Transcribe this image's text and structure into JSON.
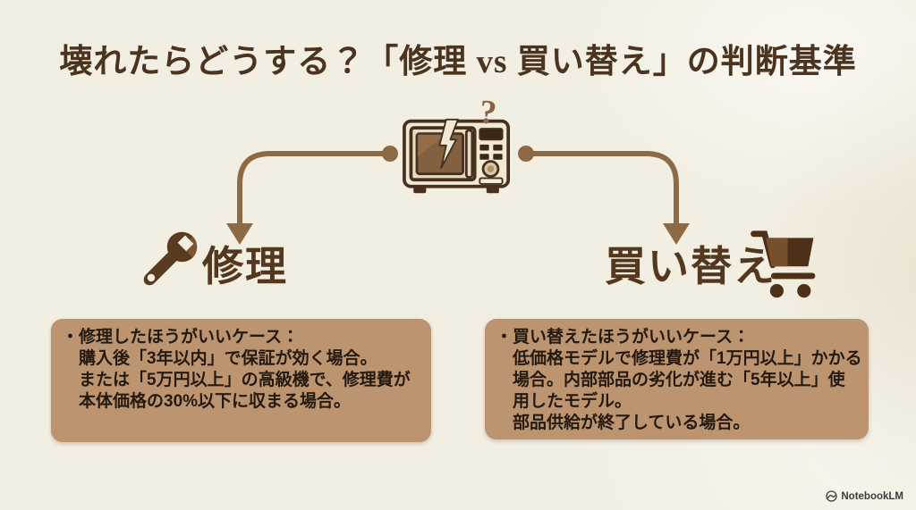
{
  "title": "壊れたらどうする？「修理 vs 買い替え」の判断基準",
  "center": {
    "icon": "broken-microwave",
    "question_mark": "?"
  },
  "branches": {
    "left": {
      "label": "修理",
      "icon": "wrench"
    },
    "right": {
      "label": "買い替え",
      "icon": "shopping-cart"
    }
  },
  "boxes": {
    "left": {
      "bullet": "・",
      "heading": "修理したほうがいいケース：",
      "lines": [
        "購入後「3年以内」で保証が効く場合。",
        "または「5万円以上」の高級機で、修理費が",
        "本体価格の30%以下に収まる場合。"
      ]
    },
    "right": {
      "bullet": "・",
      "heading": "買い替えたほうがいいケース：",
      "lines": [
        "低価格モデルで修理費が「1万円以上」かかる",
        "場合。内部部品の劣化が進む「5年以上」使",
        "用したモデル。",
        "部品供給が終了している場合。"
      ]
    }
  },
  "footer": {
    "brand": "NotebookLM"
  },
  "colors": {
    "background": "#f2eee1",
    "title_brown": "#4a3420",
    "accent_brown": "#8d6a46",
    "label_brown": "#53381f",
    "box_background": "#bd9470",
    "box_text": "#241a10",
    "icon_dark": "#46311f",
    "microwave_body": "#f1e9d6",
    "microwave_window": "#83603f"
  }
}
